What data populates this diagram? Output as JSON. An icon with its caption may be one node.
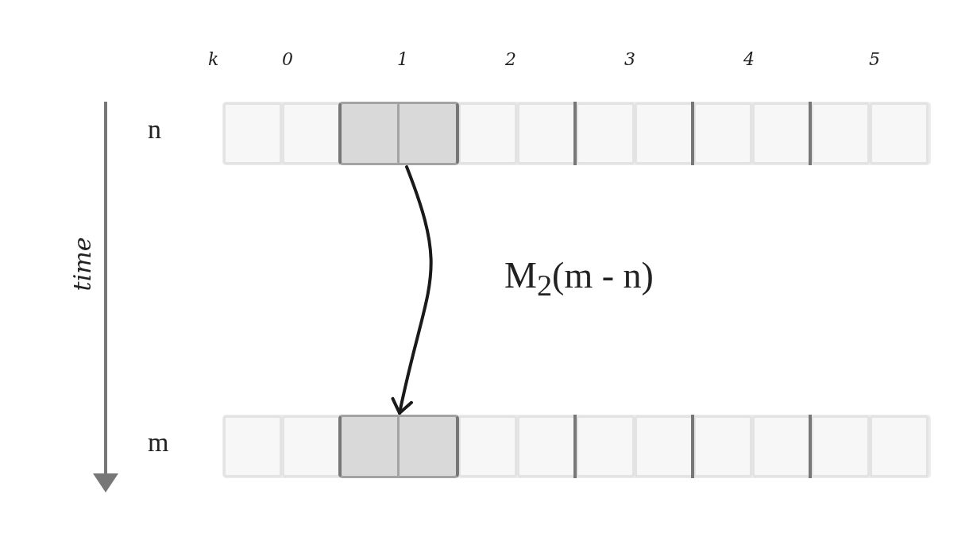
{
  "diagram": {
    "nodes": [
      {
        "text": [],
        "shape": "box",
        "beside": [
          "n"
        ]
      },
      {
        "text": [],
        "shape": "box",
        "in": 0
      },
      {
        "text": [],
        "shape": "box",
        "beside": [
          "m"
        ]
      },
      {
        "text": [],
        "shape": "box",
        "in": 2
      }
    ],
    "edges": [
      {
        "from": 1,
        "to": 3,
        "arrow": "to",
        "label": "M$_{2}$(m - n)"
      }
    ],
    "labels": [
      "k",
      "0",
      "1",
      "2",
      "3",
      "4",
      "5",
      "time"
    ]
  }
}
